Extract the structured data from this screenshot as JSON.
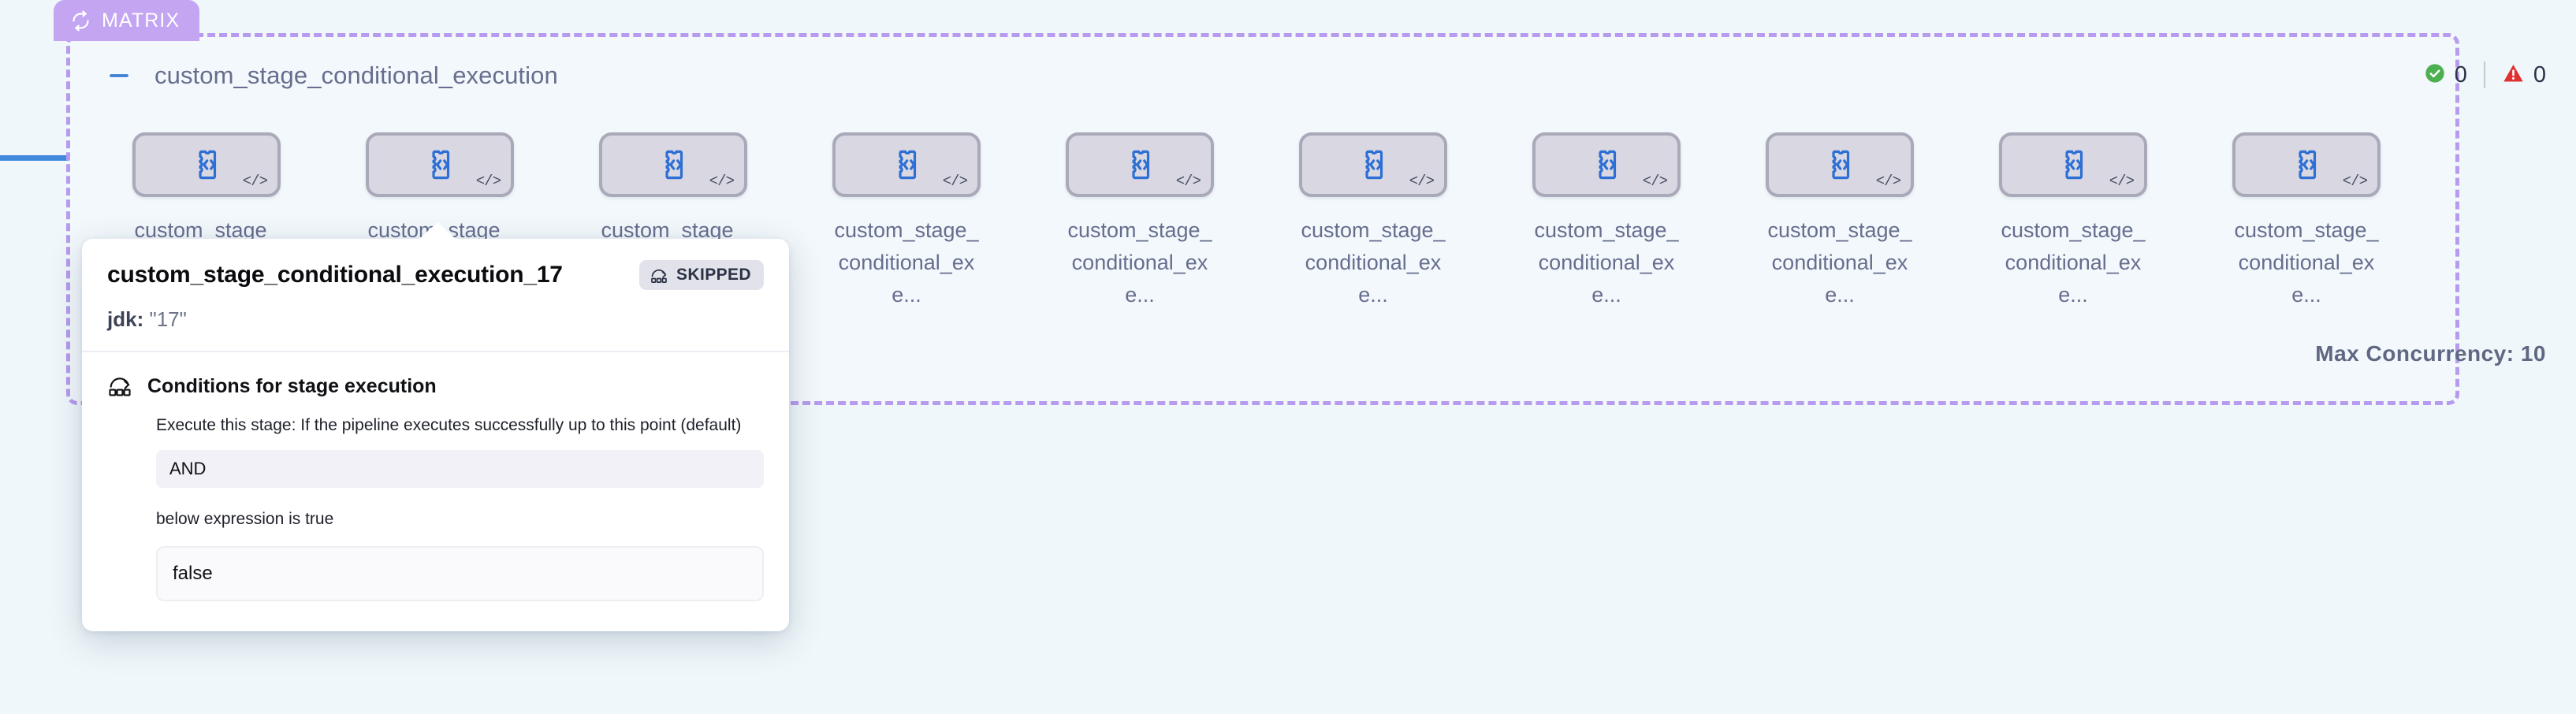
{
  "matrix": {
    "badge_label": "MATRIX",
    "badge_icon": "loop-icon",
    "badge_color": "#c3a5f2",
    "border_color": "#b79bee",
    "collapse_icon": "minus-icon",
    "group_title": "custom_stage_conditional_execution",
    "max_concurrency_label": "Max Concurrency: 10"
  },
  "status": {
    "success_icon": "check-circle-icon",
    "success_count": "0",
    "success_color": "#4caf50",
    "error_icon": "warning-triangle-icon",
    "error_count": "0",
    "error_color": "#e03131"
  },
  "nodes": [
    {
      "label": "custom_stage_conditional_exe...",
      "icon": "plugin-code-icon",
      "corner_icon": "code-brackets-icon"
    },
    {
      "label": "custom_stage_conditional_exe...",
      "icon": "plugin-code-icon",
      "corner_icon": "code-brackets-icon"
    },
    {
      "label": "custom_stage_conditional_exe...",
      "icon": "plugin-code-icon",
      "corner_icon": "code-brackets-icon"
    },
    {
      "label": "custom_stage_conditional_exe...",
      "icon": "plugin-code-icon",
      "corner_icon": "code-brackets-icon"
    },
    {
      "label": "custom_stage_conditional_exe...",
      "icon": "plugin-code-icon",
      "corner_icon": "code-brackets-icon"
    },
    {
      "label": "custom_stage_conditional_exe...",
      "icon": "plugin-code-icon",
      "corner_icon": "code-brackets-icon"
    },
    {
      "label": "custom_stage_conditional_exe...",
      "icon": "plugin-code-icon",
      "corner_icon": "code-brackets-icon"
    },
    {
      "label": "custom_stage_conditional_exe...",
      "icon": "plugin-code-icon",
      "corner_icon": "code-brackets-icon"
    },
    {
      "label": "custom_stage_conditional_exe...",
      "icon": "plugin-code-icon",
      "corner_icon": "code-brackets-icon"
    },
    {
      "label": "custom_stage_conditional_exe...",
      "icon": "plugin-code-icon",
      "corner_icon": "code-brackets-icon"
    }
  ],
  "tooltip": {
    "title": "custom_stage_conditional_execution_17",
    "status_badge": "SKIPPED",
    "status_badge_icon": "skip-icon",
    "meta_key": "jdk:",
    "meta_value": "\"17\"",
    "conditions_icon": "skip-conditions-icon",
    "conditions_title": "Conditions for stage execution",
    "conditions_subtitle": "Execute this stage: If the pipeline executes successfully up to this point (default)",
    "operator": "AND",
    "expression_note": "below expression is true",
    "expression_value": "false"
  }
}
